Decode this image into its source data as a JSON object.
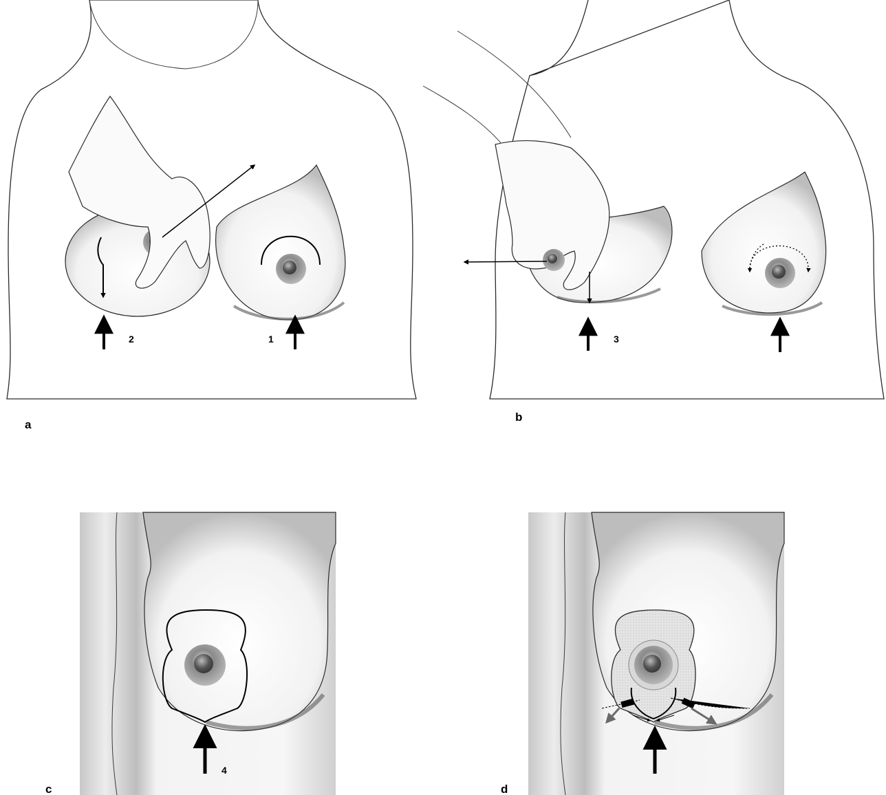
{
  "figure": {
    "panels": [
      {
        "id": "a",
        "letter": "a",
        "steps": [
          "2",
          "1"
        ]
      },
      {
        "id": "b",
        "letter": "b",
        "steps": [
          "3"
        ]
      },
      {
        "id": "c",
        "letter": "c",
        "steps": [
          "4"
        ]
      },
      {
        "id": "d",
        "letter": "d",
        "steps": []
      }
    ]
  },
  "colors": {
    "line": "#2a2a2a",
    "shade": "#cfcfcf",
    "areola_outer": "#7a7a7a",
    "areola_inner": "#4a4a4a",
    "arrow": "#000000",
    "gray_arrow": "#6a6a6a"
  }
}
